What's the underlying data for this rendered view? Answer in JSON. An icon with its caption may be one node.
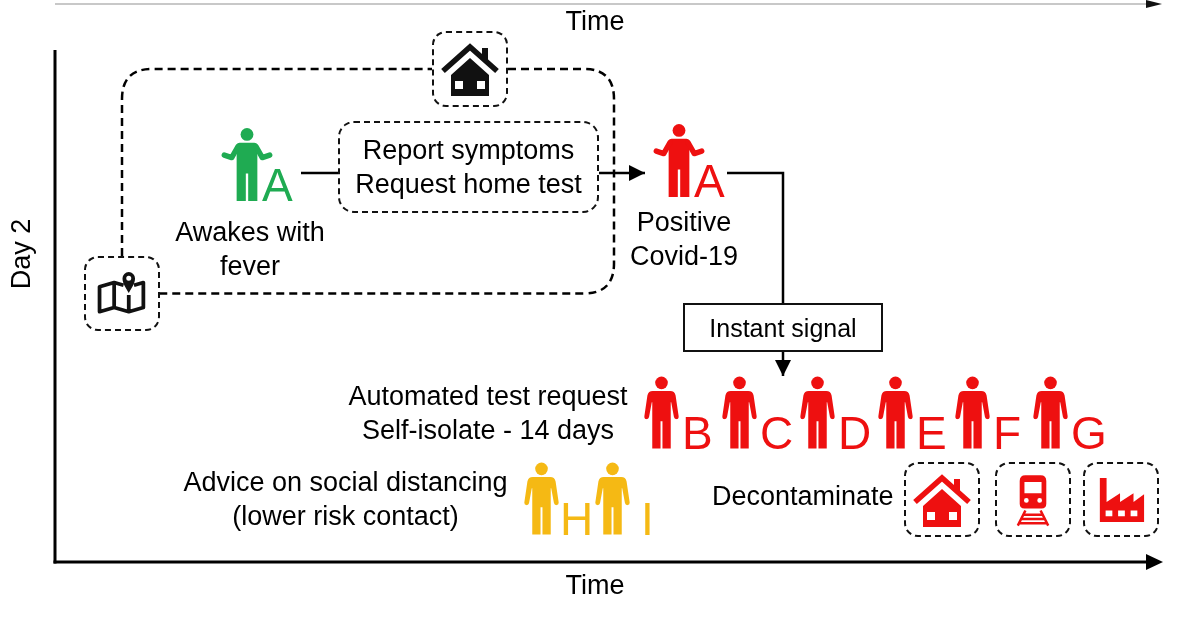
{
  "diagram": {
    "nodes": [
      {
        "text": [],
        "shape": "picture"
      },
      {
        "text": [
          "A"
        ],
        "beside": [
          "Awakes with fever"
        ]
      },
      {
        "text": [
          "Report symptoms",
          "Request home test"
        ]
      },
      {
        "text": [
          "A"
        ],
        "beside": [
          "Positive Covid-19"
        ]
      },
      {
        "text": [],
        "shape": "picture"
      },
      {
        "text": [
          "Instant signal"
        ]
      },
      {
        "text": [
          "B"
        ]
      },
      {
        "text": [
          "C"
        ]
      },
      {
        "text": [
          "D"
        ]
      },
      {
        "text": [
          "E"
        ]
      },
      {
        "text": [
          "F"
        ]
      },
      {
        "text": [
          "G"
        ]
      },
      {
        "text": [
          "H"
        ]
      },
      {
        "text": [
          "I"
        ]
      },
      {
        "text": [],
        "shape": "picture"
      },
      {
        "text": [],
        "shape": "picture"
      },
      {
        "text": [],
        "shape": "picture"
      }
    ],
    "edges": [
      {
        "from": 4,
        "to": 0,
        "arrow": "none",
        "style": "dashed"
      },
      {
        "from": 0,
        "to": 4,
        "arrow": "none",
        "style": "dashed"
      },
      {
        "from": 1,
        "to": 2,
        "arrow": "none"
      },
      {
        "from": 2,
        "to": 3,
        "arrow": "to"
      },
      {
        "from": 3,
        "to": 5,
        "arrow": "none"
      },
      {
        "from": 5,
        "to": 8,
        "arrow": "to"
      }
    ],
    "labels": [
      "Time",
      "Day 2",
      "Automated test request",
      "Self-isolate - 14 days",
      "Advice on social distancing (lower risk contact)",
      "Decontaminate",
      "Time"
    ]
  }
}
